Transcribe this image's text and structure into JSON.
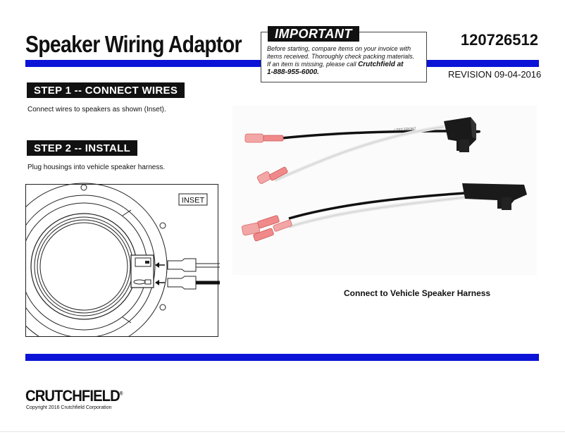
{
  "header": {
    "title": "Speaker Wiring Adaptor",
    "part_number": "120726512",
    "revision": "REVISION 09-04-2016"
  },
  "important": {
    "label": "IMPORTANT",
    "line1": "Before starting, compare items on your invoice with",
    "line2": "items received.  Thoroughly check packing materials.",
    "line3": "If an item is missing, please call ",
    "line3_bold": "Crutchfield at",
    "line4": "1-888-955-6000."
  },
  "step1": {
    "heading": "STEP 1 -- CONNECT WIRES",
    "text": "Connect wires to speakers as shown (Inset)."
  },
  "step2": {
    "heading": "STEP 2 -- INSTALL",
    "text": "Plug housings into vehicle speaker harness."
  },
  "inset": {
    "label": "INSET"
  },
  "photo": {
    "wire_print": "LEFT FRONT",
    "caption": "Connect to Vehicle Speaker Harness"
  },
  "footer": {
    "logo": "CRUTCHFIELD",
    "logo_mark": "®",
    "copyright": "Copyright 2016 Crutchfield Corporation"
  },
  "colors": {
    "accent_bar": "#0a13d6",
    "connector_pink": "#f08a8a"
  }
}
